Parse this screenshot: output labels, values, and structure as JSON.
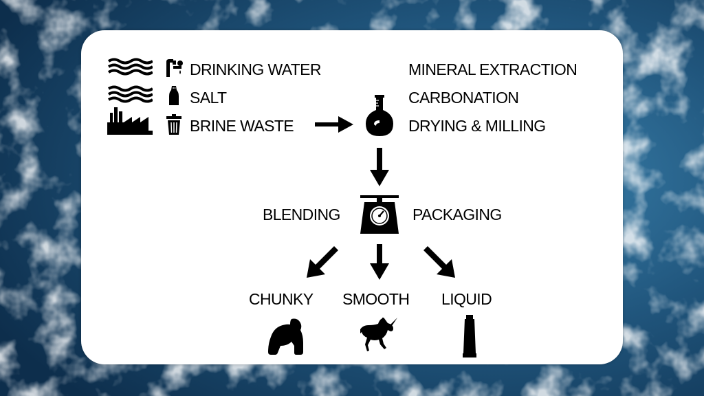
{
  "inputs": {
    "drinking_water": "DRINKING WATER",
    "salt": "SALT",
    "brine_waste": "BRINE WASTE"
  },
  "processes": {
    "mineral_extraction": "MINERAL EXTRACTION",
    "carbonation": "CARBONATION",
    "drying_milling": "DRYING & MILLING"
  },
  "mixing": {
    "blending": "BLENDING",
    "packaging": "PACKAGING"
  },
  "outputs": {
    "chunky": "CHUNKY",
    "smooth": "SMOOTH",
    "liquid": "LIQUID"
  },
  "icons": {
    "source_water_1": "waves-icon",
    "source_water_2": "waves-icon",
    "source_factory": "factory-icon",
    "drinking": "water-tap-icon",
    "salt": "salt-shaker-icon",
    "brine": "trash-can-icon",
    "lab": "flask-icon",
    "scale": "weighing-scale-icon",
    "chunky": "gorilla-icon",
    "smooth": "unicorn-icon",
    "liquid": "tube-icon"
  },
  "colors": {
    "card": "#ffffff",
    "ink": "#000000",
    "ocean": "#1f4f74"
  }
}
